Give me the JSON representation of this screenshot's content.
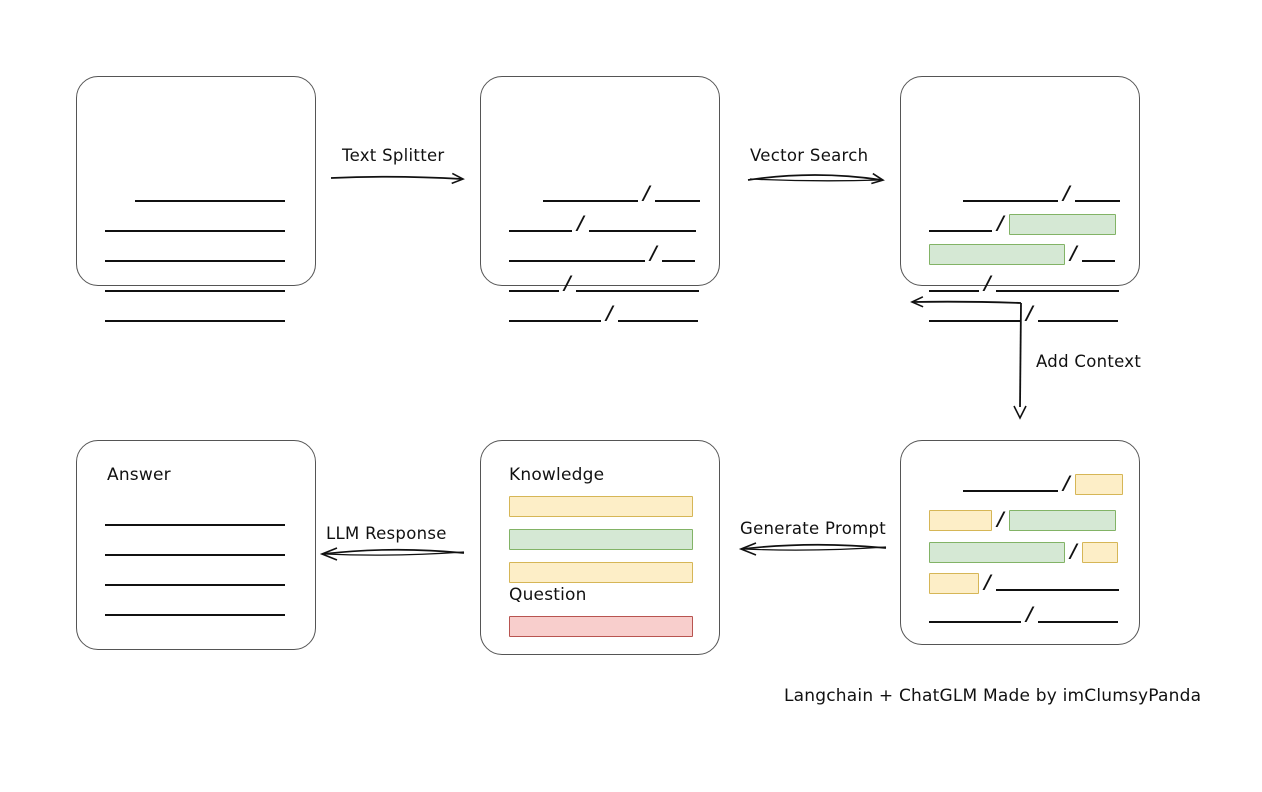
{
  "diagram": {
    "title_footer": "Langchain + ChatGLM Made by imClumsyPanda",
    "colors": {
      "green_fill": "#d5e8d4",
      "green_stroke": "#82b366",
      "yellow_fill": "#fdeec7",
      "yellow_stroke": "#d6b656",
      "red_fill": "#f8cecc",
      "red_stroke": "#b85450",
      "box_stroke": "#555555",
      "line_stroke": "#111111"
    },
    "nodes": [
      {
        "id": "source-document",
        "label": "",
        "rows": [
          {
            "segments": [
              {
                "kind": "line",
                "width": 150
              }
            ],
            "indent": 58
          },
          {
            "segments": [
              {
                "kind": "line",
                "width": 180
              }
            ],
            "indent": 28
          },
          {
            "segments": [
              {
                "kind": "line",
                "width": 180
              }
            ],
            "indent": 28
          },
          {
            "segments": [
              {
                "kind": "line",
                "width": 180
              }
            ],
            "indent": 28
          },
          {
            "segments": [
              {
                "kind": "line",
                "width": 180
              }
            ],
            "indent": 28
          }
        ]
      },
      {
        "id": "split-chunks",
        "label": "",
        "rows": [
          {
            "indent": 62,
            "segments": [
              {
                "kind": "line",
                "width": 95
              },
              {
                "kind": "slash"
              },
              {
                "kind": "line",
                "width": 45
              }
            ]
          },
          {
            "indent": 28,
            "segments": [
              {
                "kind": "line",
                "width": 63
              },
              {
                "kind": "slash"
              },
              {
                "kind": "line",
                "width": 107
              }
            ]
          },
          {
            "indent": 28,
            "segments": [
              {
                "kind": "line",
                "width": 136
              },
              {
                "kind": "slash"
              },
              {
                "kind": "line",
                "width": 33
              }
            ]
          },
          {
            "indent": 28,
            "segments": [
              {
                "kind": "line",
                "width": 50
              },
              {
                "kind": "slash"
              },
              {
                "kind": "line",
                "width": 123
              }
            ]
          },
          {
            "indent": 28,
            "segments": [
              {
                "kind": "line",
                "width": 92
              },
              {
                "kind": "slash"
              },
              {
                "kind": "line",
                "width": 80
              }
            ]
          }
        ]
      },
      {
        "id": "vector-matched-chunks",
        "label": "",
        "rows": [
          {
            "indent": 62,
            "segments": [
              {
                "kind": "line",
                "width": 95
              },
              {
                "kind": "slash"
              },
              {
                "kind": "line",
                "width": 45
              }
            ]
          },
          {
            "indent": 28,
            "segments": [
              {
                "kind": "line",
                "width": 63
              },
              {
                "kind": "slash"
              },
              {
                "kind": "box",
                "color": "green",
                "width": 107
              }
            ]
          },
          {
            "indent": 28,
            "segments": [
              {
                "kind": "box",
                "color": "green",
                "width": 136
              },
              {
                "kind": "slash"
              },
              {
                "kind": "line",
                "width": 33
              }
            ]
          },
          {
            "indent": 28,
            "segments": [
              {
                "kind": "line",
                "width": 50
              },
              {
                "kind": "slash"
              },
              {
                "kind": "line",
                "width": 123
              }
            ]
          },
          {
            "indent": 28,
            "segments": [
              {
                "kind": "line",
                "width": 92
              },
              {
                "kind": "slash"
              },
              {
                "kind": "line",
                "width": 80
              }
            ]
          }
        ]
      },
      {
        "id": "context-enriched-chunks",
        "label": "",
        "rows": [
          {
            "indent": 62,
            "segments": [
              {
                "kind": "line",
                "width": 95
              },
              {
                "kind": "slash"
              },
              {
                "kind": "box",
                "color": "yellow",
                "width": 48
              }
            ]
          },
          {
            "indent": 28,
            "segments": [
              {
                "kind": "box",
                "color": "yellow",
                "width": 63
              },
              {
                "kind": "slash"
              },
              {
                "kind": "box",
                "color": "green",
                "width": 107
              }
            ]
          },
          {
            "indent": 28,
            "segments": [
              {
                "kind": "box",
                "color": "green",
                "width": 136
              },
              {
                "kind": "slash"
              },
              {
                "kind": "box",
                "color": "yellow",
                "width": 36
              }
            ]
          },
          {
            "indent": 28,
            "segments": [
              {
                "kind": "box",
                "color": "yellow",
                "width": 50
              },
              {
                "kind": "slash"
              },
              {
                "kind": "line",
                "width": 123
              }
            ]
          },
          {
            "indent": 28,
            "segments": [
              {
                "kind": "line",
                "width": 92
              },
              {
                "kind": "slash"
              },
              {
                "kind": "line",
                "width": 80
              }
            ]
          }
        ]
      },
      {
        "id": "prompt",
        "label": "",
        "headings": [
          "Knowledge",
          "Question"
        ],
        "rows": [
          {
            "indent": 28,
            "segments": [
              {
                "kind": "box",
                "color": "yellow",
                "width": 184
              }
            ]
          },
          {
            "indent": 28,
            "segments": [
              {
                "kind": "box",
                "color": "green",
                "width": 184
              }
            ]
          },
          {
            "indent": 28,
            "segments": [
              {
                "kind": "box",
                "color": "yellow",
                "width": 184
              }
            ]
          },
          {
            "indent": 28,
            "segments": [
              {
                "kind": "box",
                "color": "red",
                "width": 184
              }
            ]
          }
        ]
      },
      {
        "id": "answer",
        "label": "Answer",
        "rows": [
          {
            "indent": 28,
            "segments": [
              {
                "kind": "line",
                "width": 180
              }
            ]
          },
          {
            "indent": 28,
            "segments": [
              {
                "kind": "line",
                "width": 180
              }
            ]
          },
          {
            "indent": 28,
            "segments": [
              {
                "kind": "line",
                "width": 180
              }
            ]
          },
          {
            "indent": 28,
            "segments": [
              {
                "kind": "line",
                "width": 180
              }
            ]
          }
        ]
      }
    ],
    "edges": [
      {
        "id": "text-splitter",
        "label": "Text Splitter"
      },
      {
        "id": "vector-search",
        "label": "Vector Search"
      },
      {
        "id": "add-context",
        "label": "Add Context"
      },
      {
        "id": "generate-prompt",
        "label": "Generate Prompt"
      },
      {
        "id": "llm-response",
        "label": "LLM Response"
      }
    ]
  }
}
